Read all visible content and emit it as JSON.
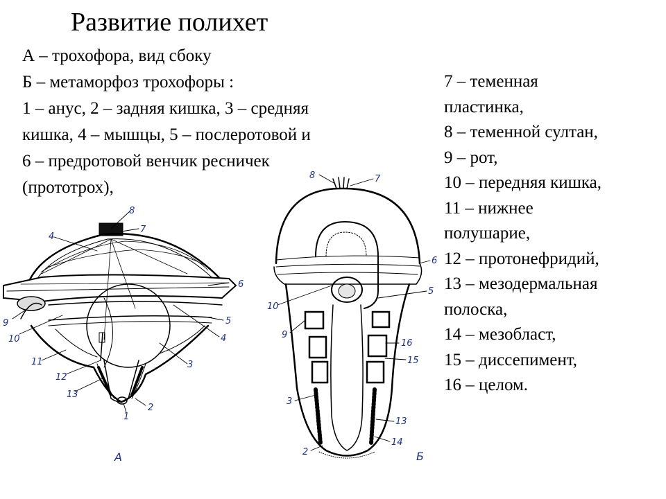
{
  "title": "Развитие полихет",
  "left_lines": [
    "А – трохофора, вид сбоку",
    "Б – метаморфоз трохофоры :",
    "1 – анус, 2 – задняя кишка, 3 – средняя",
    "кишка, 4 – мышцы, 5 – послеротовой и",
    "6 – предротовой венчик ресничек",
    "(прототрох),"
  ],
  "right_lines": [
    "7 – теменная",
    "пластинка,",
    "8 – теменной султан,",
    "9 – рот,",
    "10 – передняя кишка,",
    "11 – нижнее",
    "полушарие,",
    "12 – протонефридий,",
    "13 – мезодермальная",
    "полоска,",
    "14 – мезобласт,",
    "15 – диссепимент,",
    "16 – целом."
  ],
  "figure_a": {
    "letter": "А",
    "labels": [
      "1",
      "2",
      "3",
      "4",
      "5",
      "6",
      "7",
      "8",
      "9",
      "10",
      "11",
      "12",
      "13"
    ]
  },
  "figure_b": {
    "letter": "Б",
    "labels": [
      "2",
      "3",
      "5",
      "6",
      "7",
      "8",
      "9",
      "10",
      "13",
      "14",
      "15",
      "16"
    ]
  },
  "colors": {
    "label": "#1a2f9e",
    "ink": "#000000"
  }
}
